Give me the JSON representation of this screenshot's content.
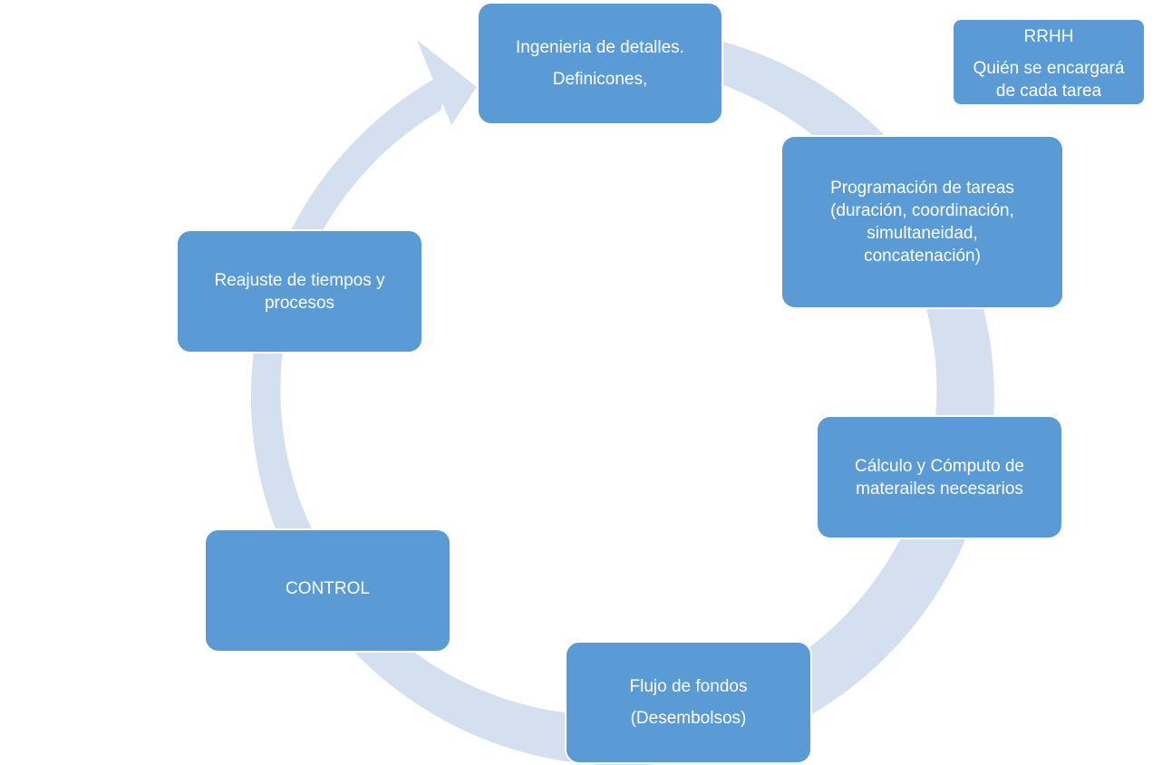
{
  "diagram": {
    "type": "cycle",
    "colors": {
      "node_fill": "#5b9bd5",
      "ring_fill": "#d4dff0",
      "text": "#ffffff"
    },
    "nodes": [
      {
        "id": "detail-engineering",
        "lines": [
          "Ingenieria de detalles.",
          "Definicones,"
        ]
      },
      {
        "id": "task-scheduling",
        "lines": [
          "Programación de tareas",
          "(duración, coordinación,",
          "simultaneidad,",
          "concatenación)"
        ]
      },
      {
        "id": "materials-calculation",
        "lines": [
          "Cálculo y Cómputo de",
          "materailes necesarios"
        ]
      },
      {
        "id": "cash-flow",
        "lines": [
          "Flujo de fondos",
          "(Desembolsos)"
        ]
      },
      {
        "id": "control",
        "lines": [
          "CONTROL"
        ]
      },
      {
        "id": "readjustment",
        "lines": [
          "Reajuste de tiempos y",
          "procesos"
        ]
      }
    ],
    "side_note": {
      "title": "RRHH",
      "lines": [
        "Quién se encargará",
        "de cada tarea"
      ]
    },
    "edges": [
      {
        "from": "detail-engineering",
        "to": "task-scheduling"
      },
      {
        "from": "task-scheduling",
        "to": "materials-calculation"
      },
      {
        "from": "materials-calculation",
        "to": "cash-flow"
      },
      {
        "from": "cash-flow",
        "to": "control"
      },
      {
        "from": "control",
        "to": "readjustment"
      },
      {
        "from": "readjustment",
        "to": "detail-engineering"
      }
    ]
  }
}
